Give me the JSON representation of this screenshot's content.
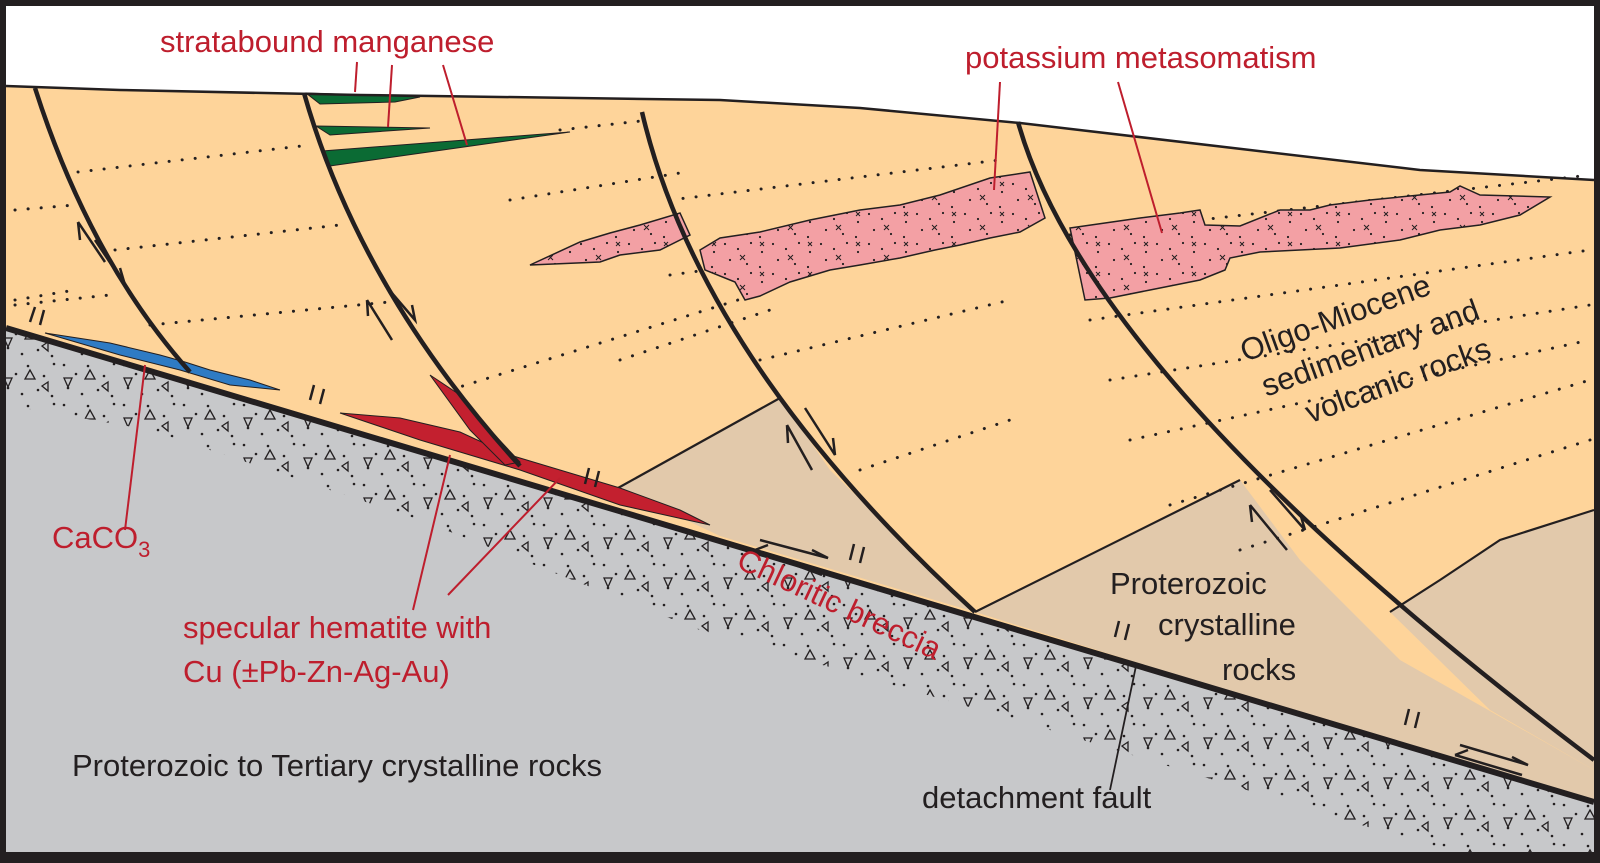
{
  "figure": {
    "type": "geologic-cross-section",
    "subject": "detachment fault with listric normal faults and associated mineralization"
  },
  "colors": {
    "frame": "#231f20",
    "sky": "#ffffff",
    "sedimentary_volcanic": "#fed49a",
    "proterozoic_upper_plate": "#e2c9ab",
    "lower_plate": "#c7c8ca",
    "breccia": "#c7c8ca",
    "manganese": "#0b6b34",
    "caco3": "#2e7bc4",
    "hematite": "#c3202f",
    "potassium_metasomatism": "#f3a0a4",
    "label_red": "#be1e2d",
    "label_dark": "#231f20",
    "line": "#231f20"
  },
  "labels": {
    "stratabound_manganese": "stratabound manganese",
    "potassium_metasomatism": "potassium metasomatism",
    "oligo_miocene_line1": "Oligo-Miocene",
    "oligo_miocene_line2": "sedimentary and",
    "oligo_miocene_line3": "volcanic rocks",
    "caco3_main": "CaCO",
    "caco3_sub": "3",
    "hematite_line1": "specular hematite with",
    "hematite_line2": "Cu (±Pb-Zn-Ag-Au)",
    "chloritic_breccia": "Chloritic breccia",
    "proterozoic_crystalline_line1": "Proterozoic",
    "proterozoic_crystalline_line2": "crystalline",
    "proterozoic_crystalline_line3": "rocks",
    "lower_plate_rocks": "Proterozoic to Tertiary crystalline rocks",
    "detachment_fault": "detachment fault"
  },
  "units": [
    {
      "name": "Oligo-Miocene sedimentary and volcanic rocks",
      "pattern": "dotted bedding"
    },
    {
      "name": "Proterozoic crystalline rocks",
      "pattern": "solid"
    },
    {
      "name": "Chloritic breccia",
      "pattern": "dots and triangles"
    },
    {
      "name": "Proterozoic to Tertiary crystalline rocks",
      "pattern": "solid"
    },
    {
      "name": "stratabound manganese",
      "pattern": "solid green lenses"
    },
    {
      "name": "potassium metasomatism",
      "pattern": "dots and crosses"
    },
    {
      "name": "CaCO3",
      "pattern": "solid blue"
    },
    {
      "name": "specular hematite with Cu (±Pb-Zn-Ag-Au)",
      "pattern": "solid red"
    }
  ]
}
